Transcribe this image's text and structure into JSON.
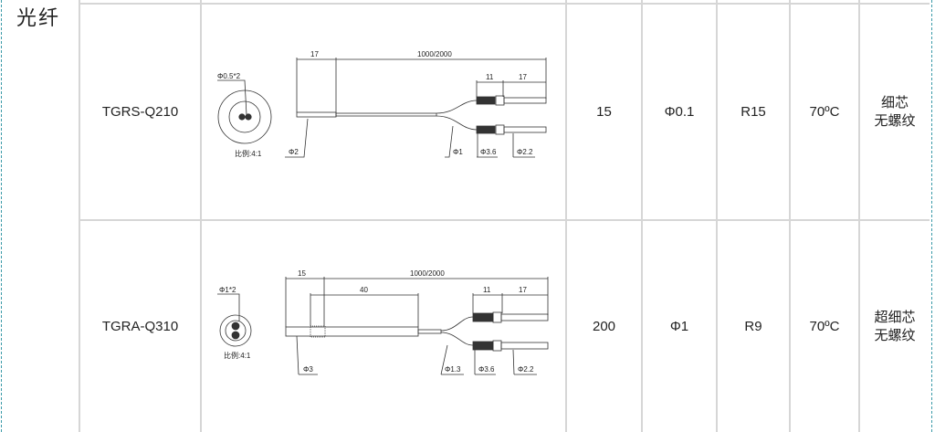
{
  "category": "光纤",
  "rows": [
    {
      "model": "TGRS-Q210",
      "value1": "15",
      "diameter": "Φ0.1",
      "radius": "R15",
      "temp": "70ºC",
      "note_line1": "细芯",
      "note_line2": "无螺纹",
      "drawing": {
        "core": "Φ0.5*2",
        "scale": "比例:4:1",
        "dim_a": "17",
        "dim_len": "1000/2000",
        "dim_b": "11",
        "dim_c": "17",
        "d_sheath": "Φ2",
        "d_fiber": "Φ1",
        "d_conn": "Φ3.6",
        "d_tip": "Φ2.2"
      }
    },
    {
      "model": "TGRA-Q310",
      "value1": "200",
      "diameter": "Φ1",
      "radius": "R9",
      "temp": "70ºC",
      "note_line1": "超细芯",
      "note_line2": "无螺纹",
      "drawing": {
        "core": "Φ1*2",
        "scale": "比例:4:1",
        "dim_a": "15",
        "dim_len": "1000/2000",
        "dim_sleeve": "40",
        "dim_b": "11",
        "dim_c": "17",
        "d_sheath": "Φ3",
        "d_fiber": "Φ1.3",
        "d_conn": "Φ3.6",
        "d_tip": "Φ2.2"
      }
    }
  ]
}
